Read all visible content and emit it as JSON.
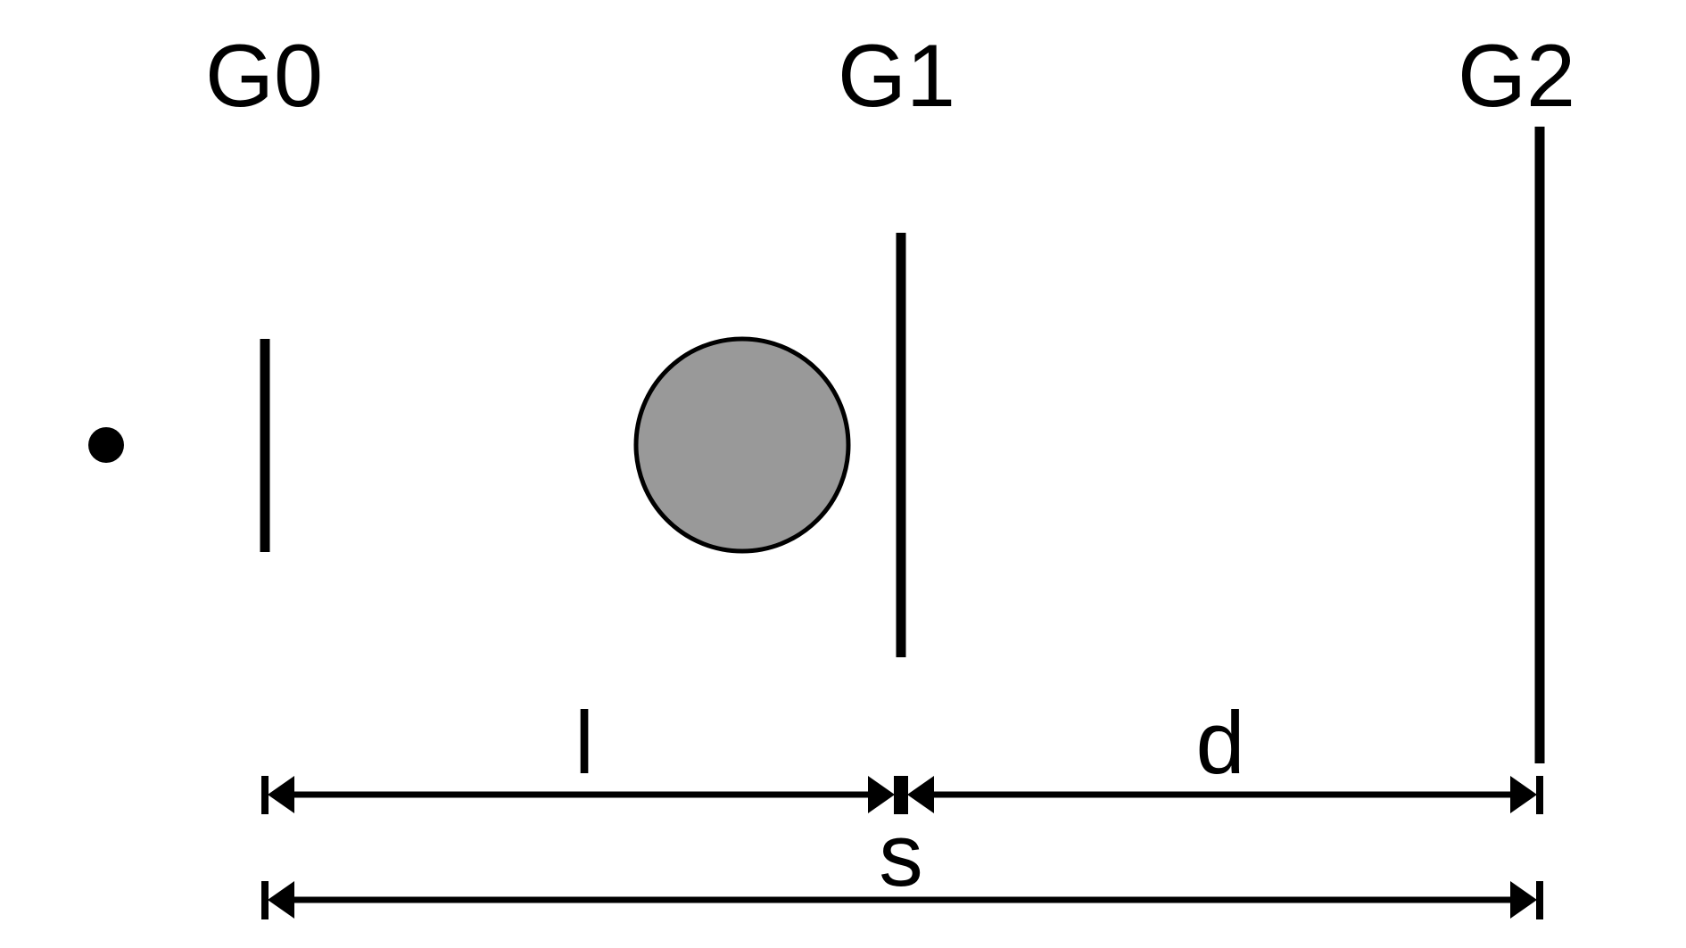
{
  "labels": {
    "grating_0": "G0",
    "grating_1": "G1",
    "grating_2": "G2",
    "distance_l": "l",
    "distance_d": "d",
    "distance_s": "s"
  },
  "colors": {
    "ink": "#000000",
    "sample_fill": "#999999",
    "background": "#ffffff"
  }
}
